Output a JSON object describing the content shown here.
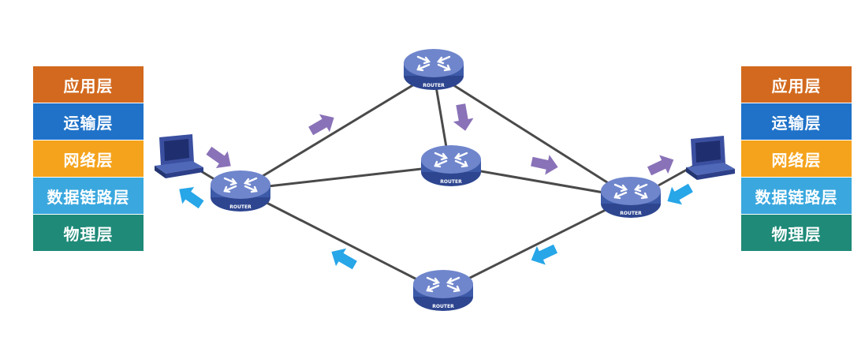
{
  "left_stack": {
    "layers": [
      {
        "label": "应用层",
        "color": "#d2691e"
      },
      {
        "label": "运输层",
        "color": "#1f72c8"
      },
      {
        "label": "网络层",
        "color": "#f5a31c"
      },
      {
        "label": "数据链路层",
        "color": "#3aa8de"
      },
      {
        "label": "物理层",
        "color": "#1f8a78"
      }
    ]
  },
  "right_stack": {
    "layers": [
      {
        "label": "应用层",
        "color": "#d2691e"
      },
      {
        "label": "运输层",
        "color": "#1f72c8"
      },
      {
        "label": "网络层",
        "color": "#f5a31c"
      },
      {
        "label": "数据链路层",
        "color": "#3aa8de"
      },
      {
        "label": "物理层",
        "color": "#1f8a78"
      }
    ]
  },
  "routers": [
    {
      "id": "r-left",
      "label": "ROUTER"
    },
    {
      "id": "r-top",
      "label": "ROUTER"
    },
    {
      "id": "r-middle",
      "label": "ROUTER"
    },
    {
      "id": "r-right",
      "label": "ROUTER"
    },
    {
      "id": "r-bottom",
      "label": "ROUTER"
    }
  ],
  "hosts": [
    {
      "id": "host-left",
      "icon": "computer-icon"
    },
    {
      "id": "host-right",
      "icon": "computer-icon"
    }
  ],
  "colors": {
    "router_body": "#3d5aa8",
    "router_top": "#6f86cc",
    "link": "#4a4a4a",
    "arrow_outgoing": "#8a72b8",
    "arrow_return": "#27a6e8"
  }
}
